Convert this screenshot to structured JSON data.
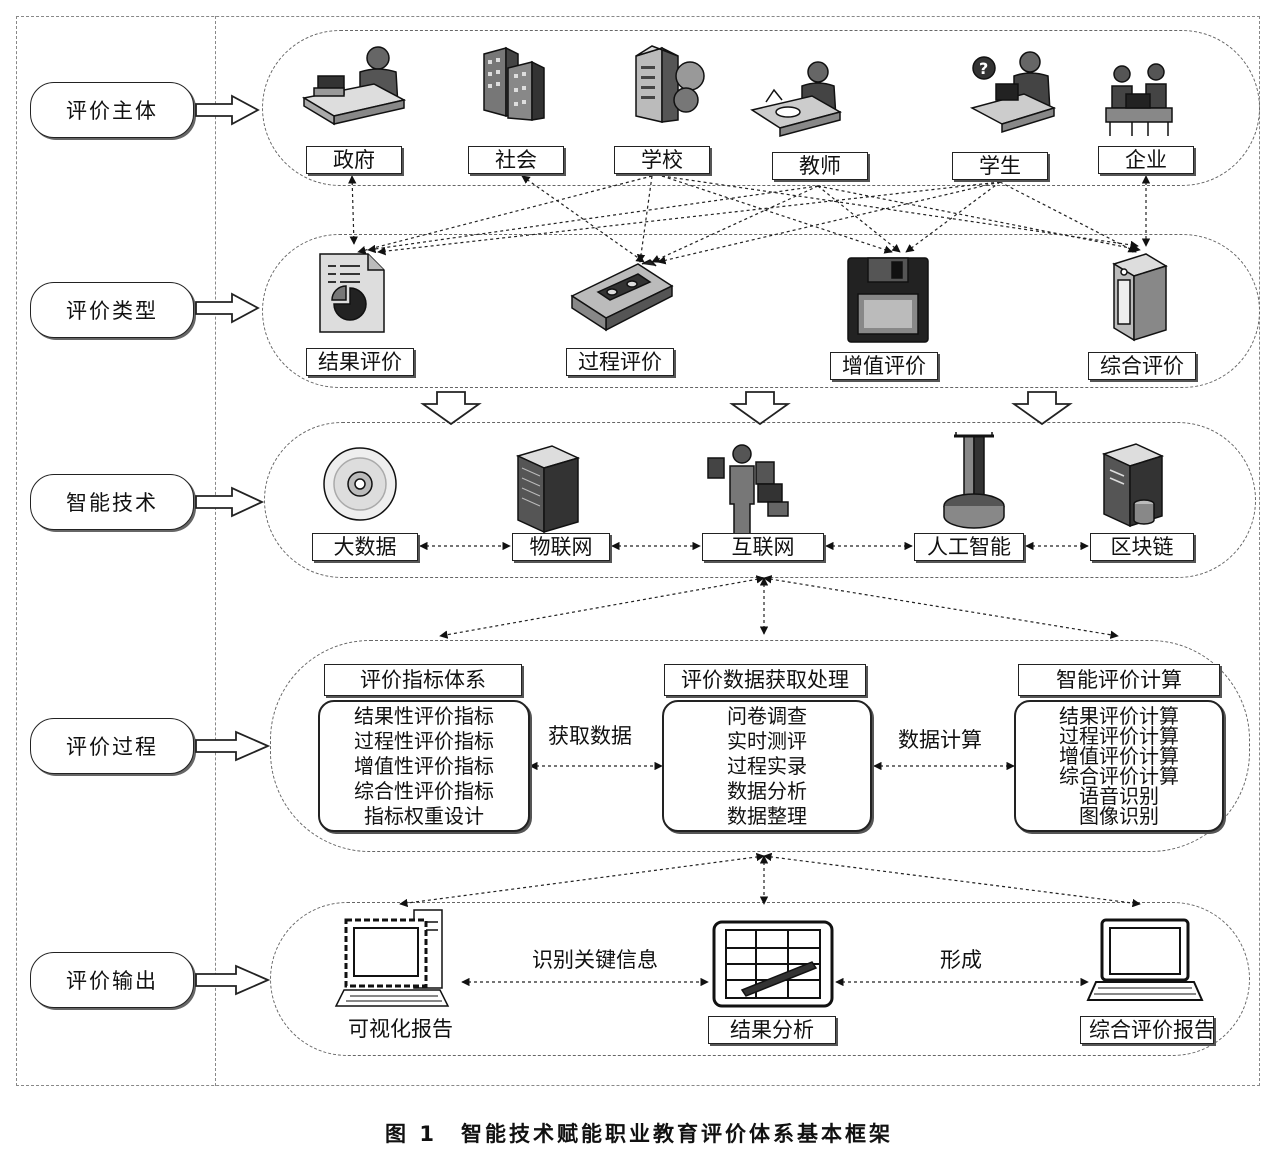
{
  "stages": [
    {
      "id": "subject",
      "label": "评价主体"
    },
    {
      "id": "type",
      "label": "评价类型"
    },
    {
      "id": "tech",
      "label": "智能技术"
    },
    {
      "id": "process",
      "label": "评价过程"
    },
    {
      "id": "output",
      "label": "评价输出"
    }
  ],
  "subjects": [
    {
      "label": "政府",
      "icon": "official-at-desk-icon"
    },
    {
      "label": "社会",
      "icon": "buildings-icon"
    },
    {
      "label": "学校",
      "icon": "school-building-icon"
    },
    {
      "label": "教师",
      "icon": "teacher-at-desk-icon"
    },
    {
      "label": "学生",
      "icon": "student-at-desk-icon"
    },
    {
      "label": "企业",
      "icon": "enterprise-workers-icon"
    }
  ],
  "types": [
    {
      "label": "结果评价",
      "icon": "report-document-icon"
    },
    {
      "label": "过程评价",
      "icon": "cassette-tape-icon"
    },
    {
      "label": "增值评价",
      "icon": "floppy-disk-icon"
    },
    {
      "label": "综合评价",
      "icon": "server-tower-icon"
    }
  ],
  "techs": [
    {
      "label": "大数据",
      "icon": "cd-disc-icon"
    },
    {
      "label": "物联网",
      "icon": "server-rack-icon"
    },
    {
      "label": "互联网",
      "icon": "person-with-devices-icon"
    },
    {
      "label": "人工智能",
      "icon": "robot-arm-icon"
    },
    {
      "label": "区块链",
      "icon": "server-database-icon"
    }
  ],
  "process": {
    "left": {
      "title": "评价指标体系",
      "items": [
        "结果性评价指标",
        "过程性评价指标",
        "增值性评价指标",
        "综合性评价指标",
        "指标权重设计"
      ]
    },
    "middle": {
      "title": "评价数据获取处理",
      "items": [
        "问卷调查",
        "实时测评",
        "过程实录",
        "数据分析",
        "数据整理"
      ]
    },
    "right": {
      "title": "智能评价计算",
      "items": [
        "结果评价计算",
        "过程评价计算",
        "增值评价计算",
        "综合评价计算",
        "语音识别",
        "图像识别"
      ]
    },
    "link_left": "获取数据",
    "link_right": "数据计算"
  },
  "outputs": [
    {
      "label": "可视化报告",
      "icon": "desktop-computer-icon"
    },
    {
      "label": "结果分析",
      "icon": "tablet-icon"
    },
    {
      "label": "综合评价报告",
      "icon": "laptop-icon"
    }
  ],
  "output_links": {
    "left": "识别关键信息",
    "right": "形成"
  },
  "caption": {
    "figure": "图 1",
    "title": "智能技术赋能职业教育评价体系基本框架"
  }
}
